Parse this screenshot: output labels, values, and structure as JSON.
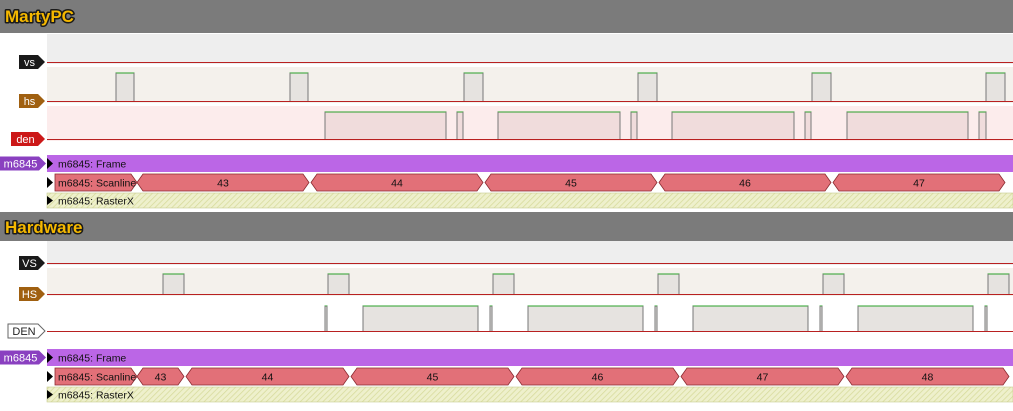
{
  "colors": {
    "header_bg": "#7b7b7b",
    "title_fill": "#f5b800",
    "title_stroke": "#1a1a1a",
    "lane_bg": "#f4f1ec",
    "lane_vs_bg": "#eeeeee",
    "den_bg": "#fcecec",
    "signal_low": "#b82020",
    "signal_high": "#2aa02a",
    "pulse_fill": "#e6e3e0",
    "den_pulse_fill": "#f0dcdc",
    "frame_fill": "#bb66e6",
    "scanline_fill": "#e27078",
    "rasterx_fill": "#eef0cc",
    "badge_vs": "#1a1a1a",
    "badge_hs": "#a06010",
    "badge_den_red": "#cc1818",
    "badge_den_white": "#ffffff",
    "badge_m6845": "#8a40c0"
  },
  "panels": [
    {
      "title": "MartyPC",
      "signals": [
        {
          "id": "vs",
          "label": "vs",
          "badge_style": "vs",
          "pulses": [],
          "unit": "hs"
        },
        {
          "id": "hs",
          "label": "hs",
          "badge_style": "hs",
          "pulses": [
            [
              116,
              134
            ],
            [
              290,
              308
            ],
            [
              464,
              483
            ],
            [
              638,
              657
            ],
            [
              812,
              831
            ],
            [
              986,
              1005
            ]
          ]
        },
        {
          "id": "den",
          "label": "den",
          "badge_style": "den_red",
          "pulses": [
            [
              325,
              446
            ],
            [
              457,
              463
            ],
            [
              498,
              620
            ],
            [
              631,
              637
            ],
            [
              672,
              794
            ],
            [
              805,
              811
            ],
            [
              847,
              968
            ],
            [
              979,
              986
            ]
          ]
        }
      ],
      "buses": {
        "badge_label": "m6845",
        "frame_label": "m6845: Frame",
        "scanline_label": "m6845: Scanline",
        "rasterx_label": "m6845: RasterX",
        "scanline_segments": [
          {
            "value": "43",
            "start": 137,
            "end": 309
          },
          {
            "value": "44",
            "start": 311,
            "end": 483
          },
          {
            "value": "45",
            "start": 485,
            "end": 657
          },
          {
            "value": "46",
            "start": 659,
            "end": 831
          },
          {
            "value": "47",
            "start": 833,
            "end": 1005
          }
        ]
      }
    },
    {
      "title": "Hardware",
      "signals": [
        {
          "id": "vs",
          "label": "VS",
          "badge_style": "vs",
          "pulses": []
        },
        {
          "id": "hs",
          "label": "HS",
          "badge_style": "hs",
          "pulses": [
            [
              163,
              184
            ],
            [
              328,
              349
            ],
            [
              493,
              514
            ],
            [
              658,
              679
            ],
            [
              823,
              844
            ],
            [
              988,
              1009
            ]
          ]
        },
        {
          "id": "den",
          "label": "DEN",
          "badge_style": "den_white",
          "pulses": [
            [
              325,
              327
            ],
            [
              363,
              478
            ],
            [
              490,
              492
            ],
            [
              528,
              643
            ],
            [
              655,
              657
            ],
            [
              693,
              808
            ],
            [
              820,
              822
            ],
            [
              858,
              973
            ],
            [
              985,
              987
            ]
          ]
        }
      ],
      "buses": {
        "badge_label": "m6845",
        "frame_label": "m6845: Frame",
        "scanline_label": "m6845: Scanline",
        "rasterx_label": "m6845: RasterX",
        "scanline_segments": [
          {
            "value": "43",
            "start": 137,
            "end": 184
          },
          {
            "value": "44",
            "start": 186,
            "end": 349
          },
          {
            "value": "45",
            "start": 351,
            "end": 514
          },
          {
            "value": "46",
            "start": 516,
            "end": 679
          },
          {
            "value": "47",
            "start": 681,
            "end": 844
          },
          {
            "value": "48",
            "start": 846,
            "end": 1009
          }
        ]
      }
    }
  ]
}
